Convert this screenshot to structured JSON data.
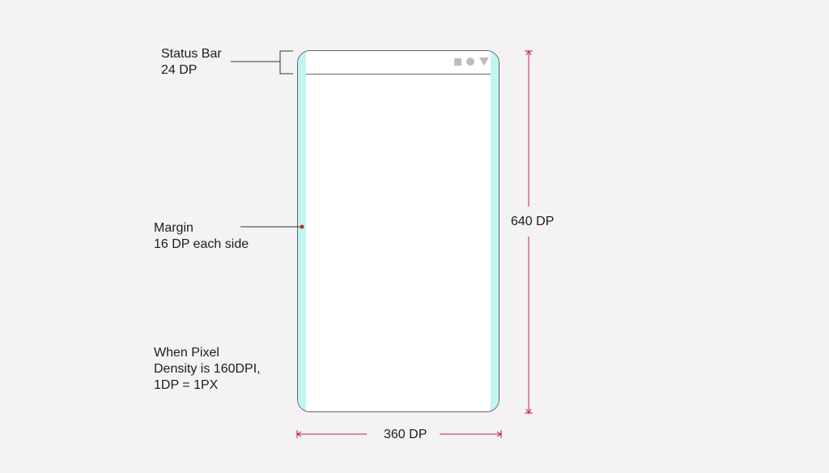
{
  "labels": {
    "status_bar_title": "Status Bar",
    "status_bar_value": "24 DP",
    "margin_title": "Margin",
    "margin_value": "16 DP each side",
    "density_line1": "When Pixel",
    "density_line2": "Density is 160DPI,",
    "density_line3": "1DP = 1PX",
    "height": "640 DP",
    "width": "360 DP"
  },
  "device": {
    "status_icons": [
      "square-icon",
      "circle-icon",
      "triangle-down-icon"
    ]
  },
  "colors": {
    "background": "#f5f2f3",
    "margin_strip": "#c2f4f4",
    "dimension_line": "#c2185b",
    "margin_dot": "#c62828",
    "leader_line": "#333333"
  }
}
